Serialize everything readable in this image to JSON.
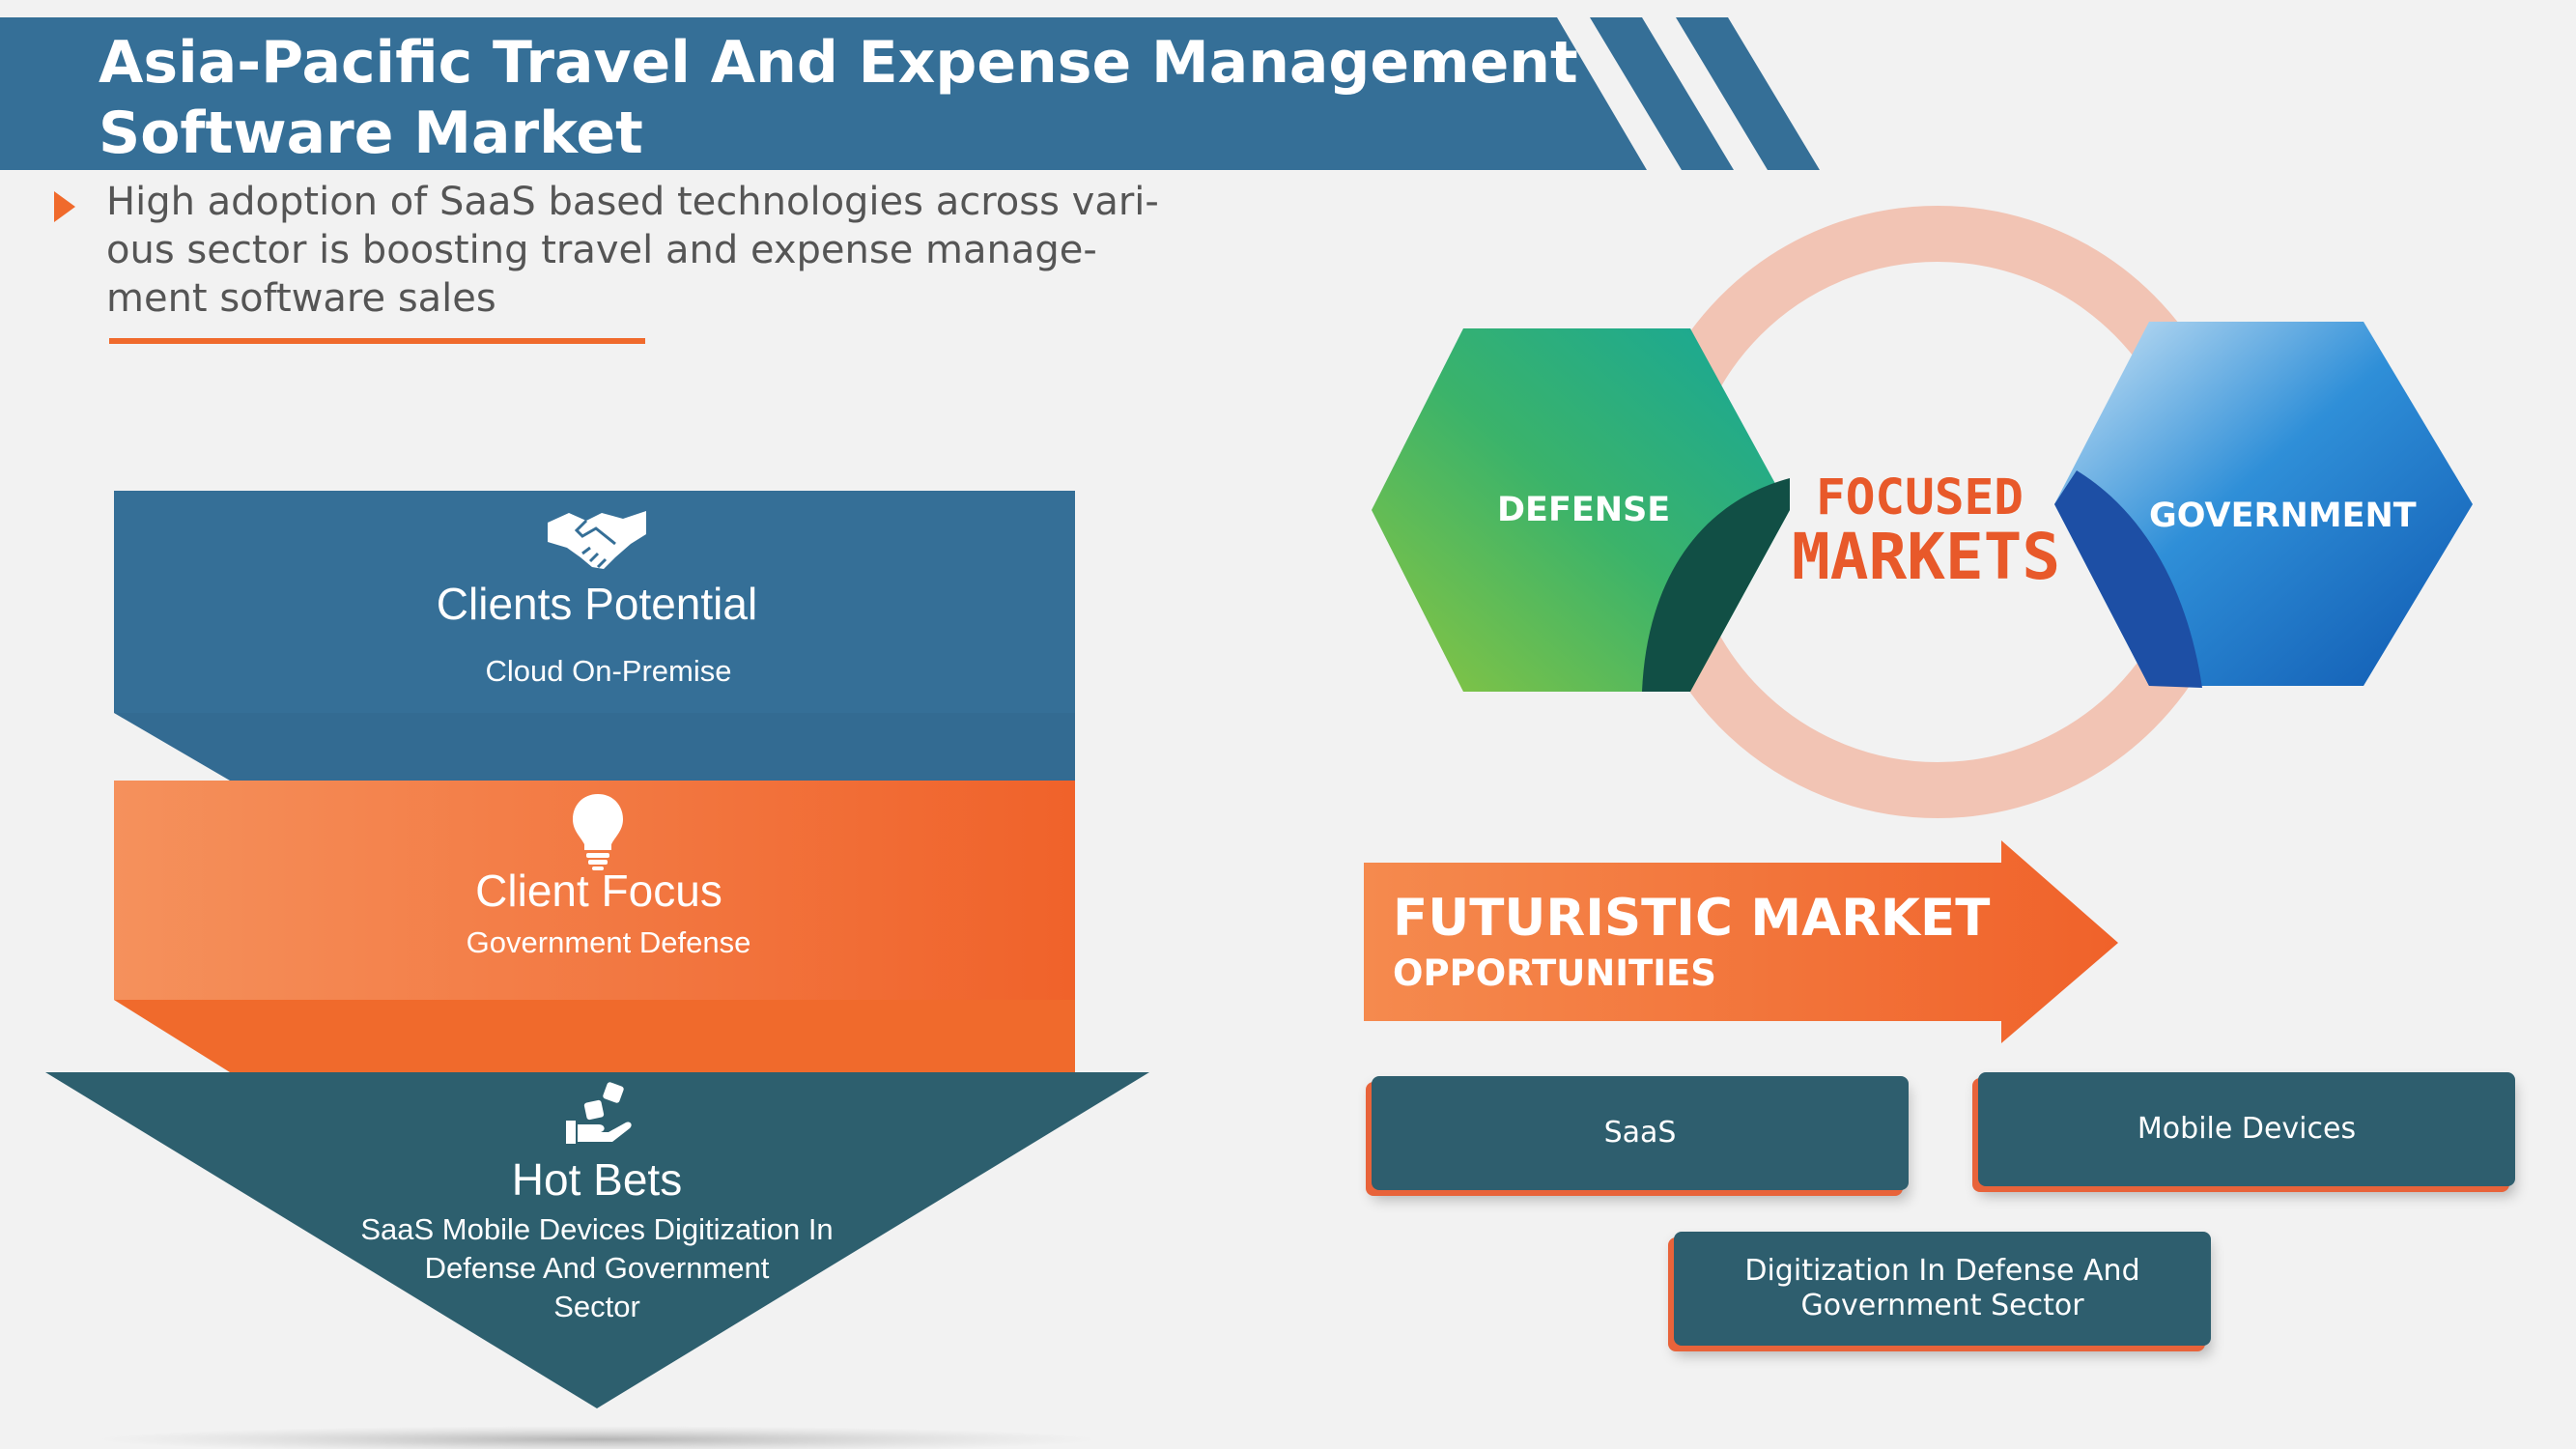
{
  "header": {
    "title_line1": "Asia-Pacific Travel And Expense Management",
    "title_line2": "Software Market"
  },
  "intro": {
    "line1": "High adoption of SaaS based technologies across vari-",
    "line2": "ous sector is boosting travel and expense manage-",
    "line3": "ment software sales"
  },
  "funnel": {
    "level1": {
      "title": "Clients Potential",
      "detail": "Cloud On-Premise",
      "icon": "handshake-icon"
    },
    "level2": {
      "title": "Client Focus",
      "detail": "Government Defense",
      "icon": "lightbulb-icon"
    },
    "level3": {
      "title": "Hot Bets",
      "detail_line1": "SaaS Mobile Devices Digitization In",
      "detail_line2": "Defense And Government",
      "detail_line3": "Sector",
      "icon": "hand-dice-icon"
    }
  },
  "focused": {
    "line1": "FOCUSED",
    "line2": "MARKETS",
    "left_hex": "DEFENSE",
    "right_hex": "GOVERNMENT"
  },
  "futuristic": {
    "line1": "FUTURISTIC MARKET",
    "line2": "OPPORTUNITIES",
    "items": [
      "SaaS",
      "Mobile Devices"
    ],
    "item3_line1": "Digitization In Defense And",
    "item3_line2": "Government Sector"
  },
  "colors": {
    "banner": "#356f97",
    "orange": "#f06a2c",
    "teal": "#2d5f6e",
    "ring": "#f2c4b4",
    "green": "#4cb847",
    "blue": "#1f7fd0"
  }
}
